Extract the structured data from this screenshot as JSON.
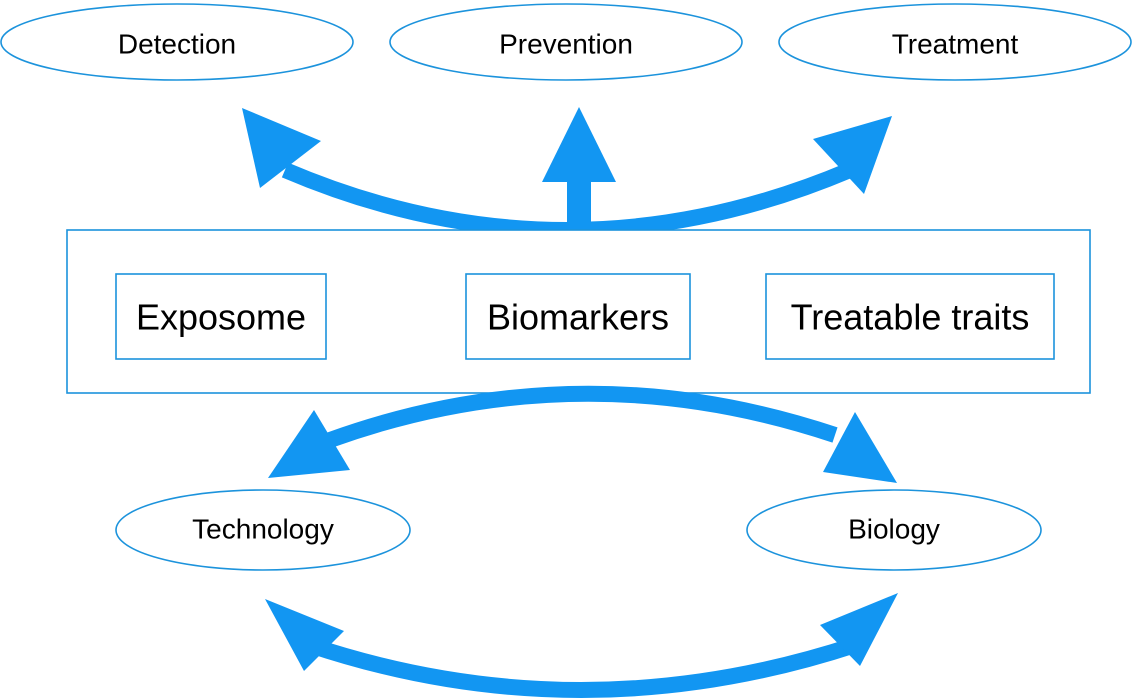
{
  "diagram": {
    "outcomes": [
      {
        "label": "Detection"
      },
      {
        "label": "Prevention"
      },
      {
        "label": "Treatment"
      }
    ],
    "core_concepts": [
      {
        "label": "Exposome"
      },
      {
        "label": "Biomarkers"
      },
      {
        "label": "Treatable traits"
      }
    ],
    "foundations": [
      {
        "label": "Technology"
      },
      {
        "label": "Biology"
      }
    ],
    "colors": {
      "arrow": "#1296f2",
      "outline": "#1c93dc",
      "text": "#000000"
    }
  }
}
